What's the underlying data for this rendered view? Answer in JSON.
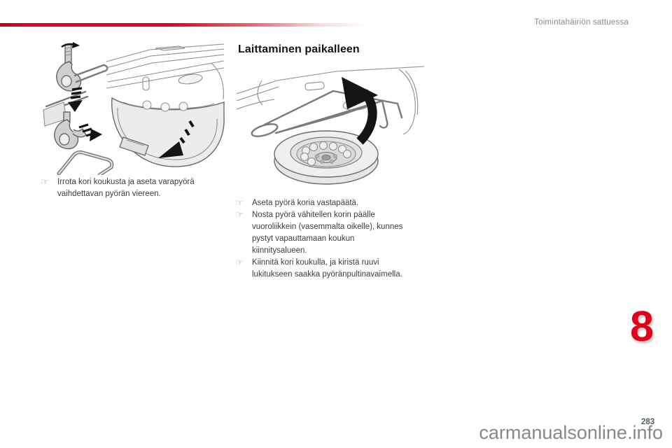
{
  "page": {
    "section_header": "Toimintahäiriön sattuessa",
    "chapter_number": "8",
    "page_number": "283",
    "watermark": "carmanualsonline.info"
  },
  "icons": {
    "pointer_glyph": "☞"
  },
  "left_column": {
    "instructions": [
      "Irrota kori koukusta ja aseta varapyörä vaihdettavan pyörän viereen."
    ]
  },
  "refit_section": {
    "heading": "Laittaminen paikalleen",
    "instructions": [
      "Aseta pyörä koria vastapäätä.",
      "Nosta pyörä vähitellen korin päälle vuoroliikkein (vasemmalta oikelle), kunnes pystyt vapauttamaan koukun kiinnitysalueen.",
      "Kiinnitä kori koukulla, ja kiristä ruuvi lukitukseen saakka pyöränpultinavaimella."
    ]
  },
  "colors": {
    "accent_red": "#e2001a",
    "header_text": "#7f8e90",
    "body_text": "#3c3c3c",
    "watermark_gray": "#6e7474"
  }
}
